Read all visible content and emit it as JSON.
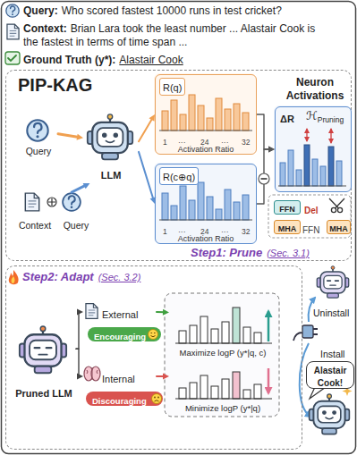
{
  "diagram": {
    "nodes": [
      {
        "text": [
          "Step1: Prune",
          "(Sec. 3.1)"
        ]
      },
      {
        "text": [
          "Query"
        ],
        "in": 0
      },
      {
        "text": [
          "Context",
          "Query"
        ],
        "in": 0
      },
      {
        "text": [
          "LLM"
        ],
        "in": 0
      },
      {
        "text": [
          "R(q)",
          "Activation Ratio"
        ],
        "in": 0
      },
      {
        "text": [
          "R(c⊕q)",
          "Activation Ratio"
        ],
        "in": 0
      },
      {
        "text": [
          "ΔR",
          "ℋ",
          "Pruning"
        ],
        "in": 0
      },
      {
        "text": [
          "FFN"
        ],
        "in": 0
      },
      {
        "text": [
          "MHA"
        ],
        "in": 0
      },
      {
        "text": [
          "MHA"
        ],
        "in": 0
      },
      {
        "text": [
          "Step2: Adapt",
          "(Sec. 3.2)"
        ]
      },
      {
        "text": [
          "Pruned LLM"
        ],
        "in": 10
      },
      {
        "text": [
          "External"
        ],
        "in": 10
      },
      {
        "text": [
          "Encouraging"
        ],
        "in": 10
      },
      {
        "text": [
          "Internal"
        ],
        "in": 10
      },
      {
        "text": [
          "Discouraging"
        ],
        "in": 10
      },
      {
        "text": [
          "Maximize logP (y*|q, c)"
        ],
        "in": 10
      },
      {
        "text": [
          "Minimize logP (y*|q)"
        ],
        "in": 10
      },
      {
        "text": [
          "Alastair Cook!"
        ]
      }
    ],
    "edges": [
      {
        "from": 1,
        "to": 3,
        "arrow": "to"
      },
      {
        "from": 2,
        "to": 3,
        "arrow": "to"
      },
      {
        "from": 3,
        "to": 4,
        "arrow": "to"
      },
      {
        "from": 3,
        "to": 5,
        "arrow": "to"
      },
      {
        "from": 4,
        "to": 6,
        "arrow": "to"
      },
      {
        "from": 5,
        "to": 6,
        "arrow": "to"
      },
      {
        "from": 11,
        "to": 12,
        "arrow": "to"
      },
      {
        "from": 11,
        "to": 14,
        "arrow": "to"
      },
      {
        "from": 12,
        "to": 16,
        "arrow": "to"
      },
      {
        "from": 14,
        "to": 17,
        "arrow": "to"
      }
    ],
    "labels": [
      "Query:",
      "Who scored fastest 10000 runs in test cricket?",
      "Context:",
      "Brian Lara took the least number ... Alastair Cook is the fastest in terms of time span ...",
      "Ground Truth (y*):",
      "Alastair Cook",
      "PIP-KAG",
      "1",
      "···",
      "24",
      "···",
      "32",
      "1",
      "···",
      "24",
      "···",
      "32",
      "Neuron Activations",
      "Del",
      "FFN",
      "Uninstall",
      "Install"
    ]
  }
}
